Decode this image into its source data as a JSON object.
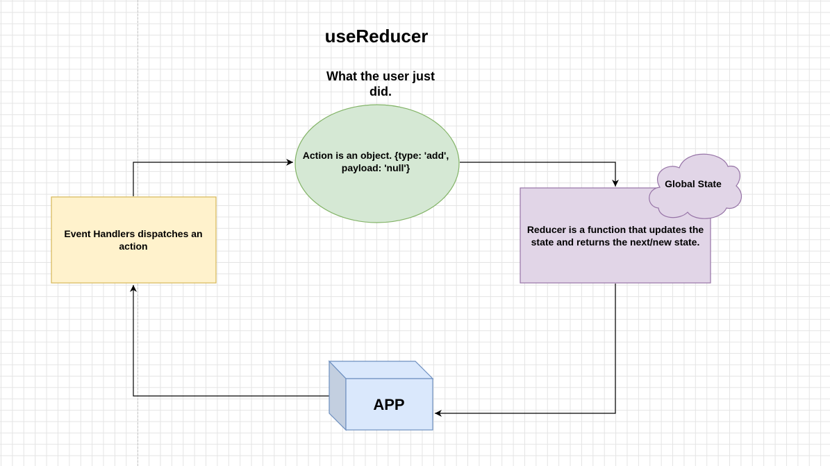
{
  "diagram": {
    "title": "useReducer",
    "caption": "What the user just did.",
    "nodes": {
      "action": {
        "label": "Action is an object. {type: 'add', payload: 'null'}",
        "fill": "#d5e8d4",
        "stroke": "#82b366"
      },
      "event_handlers": {
        "label": "Event Handlers dispatches an action",
        "fill": "#fff2cc",
        "stroke": "#d6b656"
      },
      "reducer": {
        "label": "Reducer is a function that updates the state and returns the next/new state.",
        "fill": "#e1d5e7",
        "stroke": "#9673a6"
      },
      "global_state": {
        "label": "Global State",
        "fill": "#e1d5e7",
        "stroke": "#9673a6"
      },
      "app": {
        "label": "APP",
        "fill": "#dae8fc",
        "stroke": "#6c8ebf"
      }
    },
    "edges": [
      {
        "from": "event_handlers",
        "to": "action"
      },
      {
        "from": "action",
        "to": "reducer"
      },
      {
        "from": "reducer",
        "to": "app"
      },
      {
        "from": "app",
        "to": "event_handlers"
      }
    ]
  }
}
